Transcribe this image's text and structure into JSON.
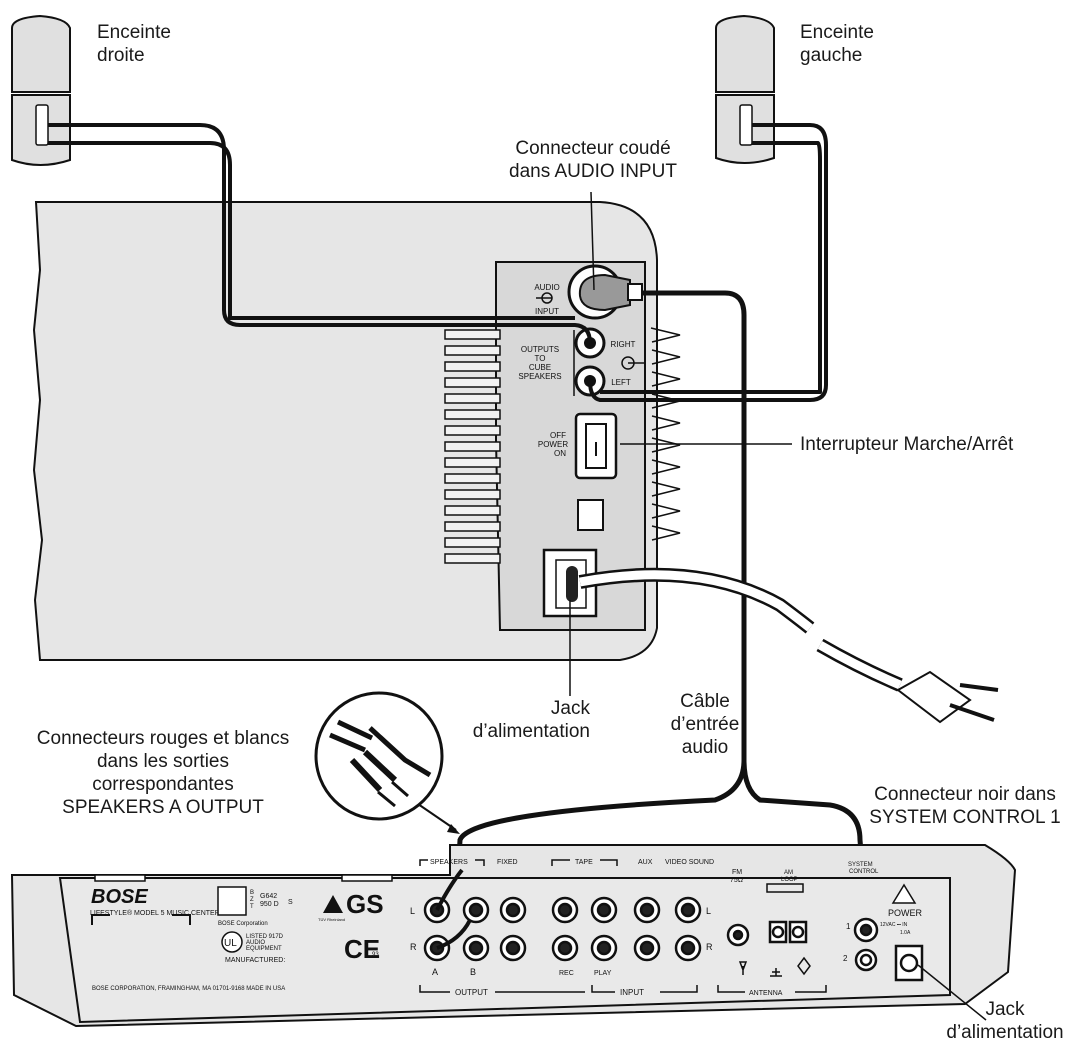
{
  "callouts": {
    "right_speaker": "Enceinte\ndroite",
    "left_speaker": "Enceinte\ngauche",
    "elbow_connector": "Connecteur coudé\ndans AUDIO INPUT",
    "power_switch": "Interrupteur Marche/Arrêt",
    "power_jack_sub": "Jack\nd’alimentation",
    "audio_cable": "Câble\nd’entrée\naudio",
    "red_white": "Connecteurs rouges et blancs\ndans les sorties\ncorrespondantes\nSPEAKERS A OUTPUT",
    "black_connector": "Connecteur noir dans\nSYSTEM CONTROL 1",
    "power_jack_center": "Jack\nd’alimentation"
  },
  "subwoofer_panel": {
    "audio_input": "AUDIO\nINPUT",
    "outputs": "OUTPUTS\nTO\nCUBE\nSPEAKERS",
    "right": "RIGHT",
    "left": "LEFT",
    "power": "OFF\nPOWER\nON"
  },
  "music_center": {
    "brand": "BOSE",
    "model": "LIFESTYLE® MODEL 5 MUSIC CENTER",
    "cert_codes": "G642\n950 D",
    "bzt": "B\nZ\nT",
    "s_mark": "S",
    "bose_corp": "BOSE Corporation",
    "ul": "UL",
    "listed": "LISTED 917D\nAUDIO\nEQUIPMENT",
    "manufactured": "MANUFACTURED:",
    "tuv": "TÜV Rheinland",
    "gs": "GS",
    "ce": "CE",
    "ce_year": "93",
    "address": "BOSE CORPORATION, FRAMINGHAM, MA 01701-9168 MADE IN USA",
    "speakers": "SPEAKERS",
    "fixed": "FIXED",
    "tape": "TAPE",
    "aux": "AUX",
    "video_sound": "VIDEO SOUND",
    "fm": "FM\n75Ω",
    "am_loop": "AM\nLOOP",
    "system_control": "SYSTEM\nCONTROL",
    "power": "POWER",
    "power_spec": "12VAC ⎓ IN\n1.0A",
    "L": "L",
    "R": "R",
    "A": "A",
    "B": "B",
    "rec": "REC",
    "play": "PLAY",
    "output": "OUTPUT",
    "input": "INPUT",
    "antenna": "ANTENNA",
    "one": "1",
    "two": "2"
  }
}
